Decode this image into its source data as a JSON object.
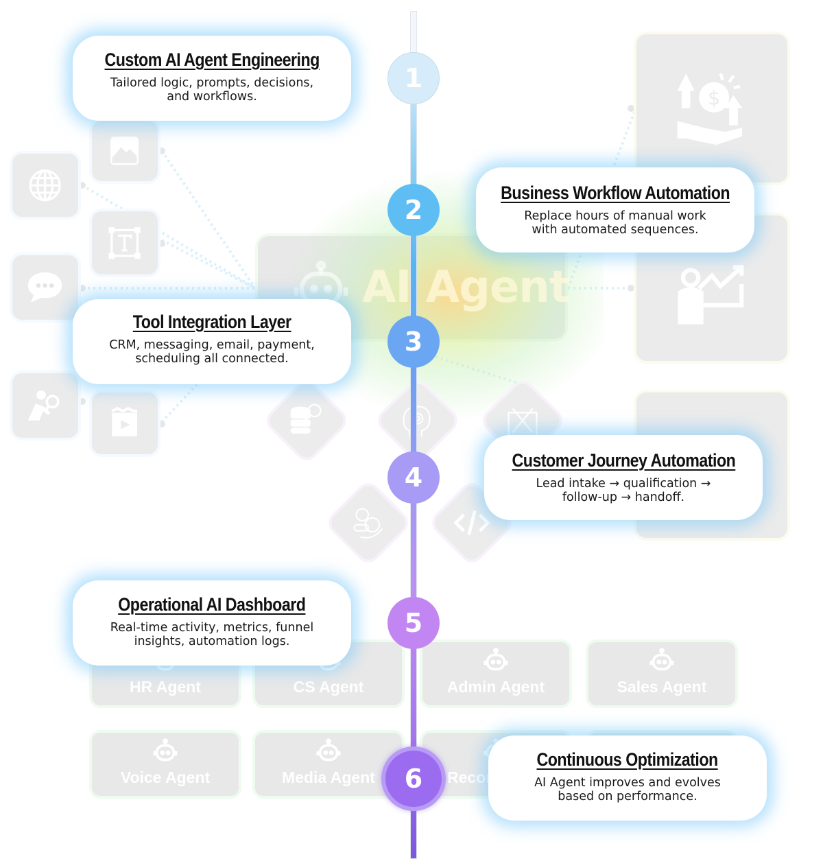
{
  "timeline": {
    "steps": [
      {
        "number": "1",
        "title": "Custom AI Agent Engineering",
        "description": "Tailored logic, prompts, decisions,\nand workflows.",
        "color": "#d6ecfa"
      },
      {
        "number": "2",
        "title": "Business Workflow Automation",
        "description": "Replace hours of manual work\nwith automated sequences.",
        "color": "#5ebdf3"
      },
      {
        "number": "3",
        "title": "Tool Integration Layer",
        "description": "CRM, messaging, email, payment,\nscheduling all connected.",
        "color": "#6aa6f2"
      },
      {
        "number": "4",
        "title": "Customer Journey Automation",
        "description": "Lead intake → qualification →\nfollow-up → handoff.",
        "color": "#a79bf5"
      },
      {
        "number": "5",
        "title": "Operational AI Dashboard",
        "description": "Real-time activity, metrics, funnel\ninsights, automation logs.",
        "color": "#c286f3"
      },
      {
        "number": "6",
        "title": "Continuous Optimization",
        "description": "AI Agent improves and evolves\nbased on performance.",
        "color": "#9b6cf0"
      }
    ]
  },
  "background": {
    "central_label": "AI Agent",
    "left_tools": [
      "image-icon",
      "globe-icon",
      "text-box-icon",
      "chat-bubble-icon",
      "person-search-icon",
      "video-play-icon"
    ],
    "right_tiles": [
      "money-growth-icon",
      "person-chart-icon",
      "blank-tile"
    ],
    "diamond_tools": [
      "database-key-icon",
      "brain-gear-icon",
      "tools-icon",
      "crm-gear-icon",
      "code-icon"
    ],
    "agents": [
      {
        "label": "HR Agent"
      },
      {
        "label": "CS Agent"
      },
      {
        "label": "Admin Agent"
      },
      {
        "label": "Sales Agent"
      },
      {
        "label": "Voice Agent"
      },
      {
        "label": "Media Agent"
      },
      {
        "label": "Recon"
      }
    ]
  }
}
